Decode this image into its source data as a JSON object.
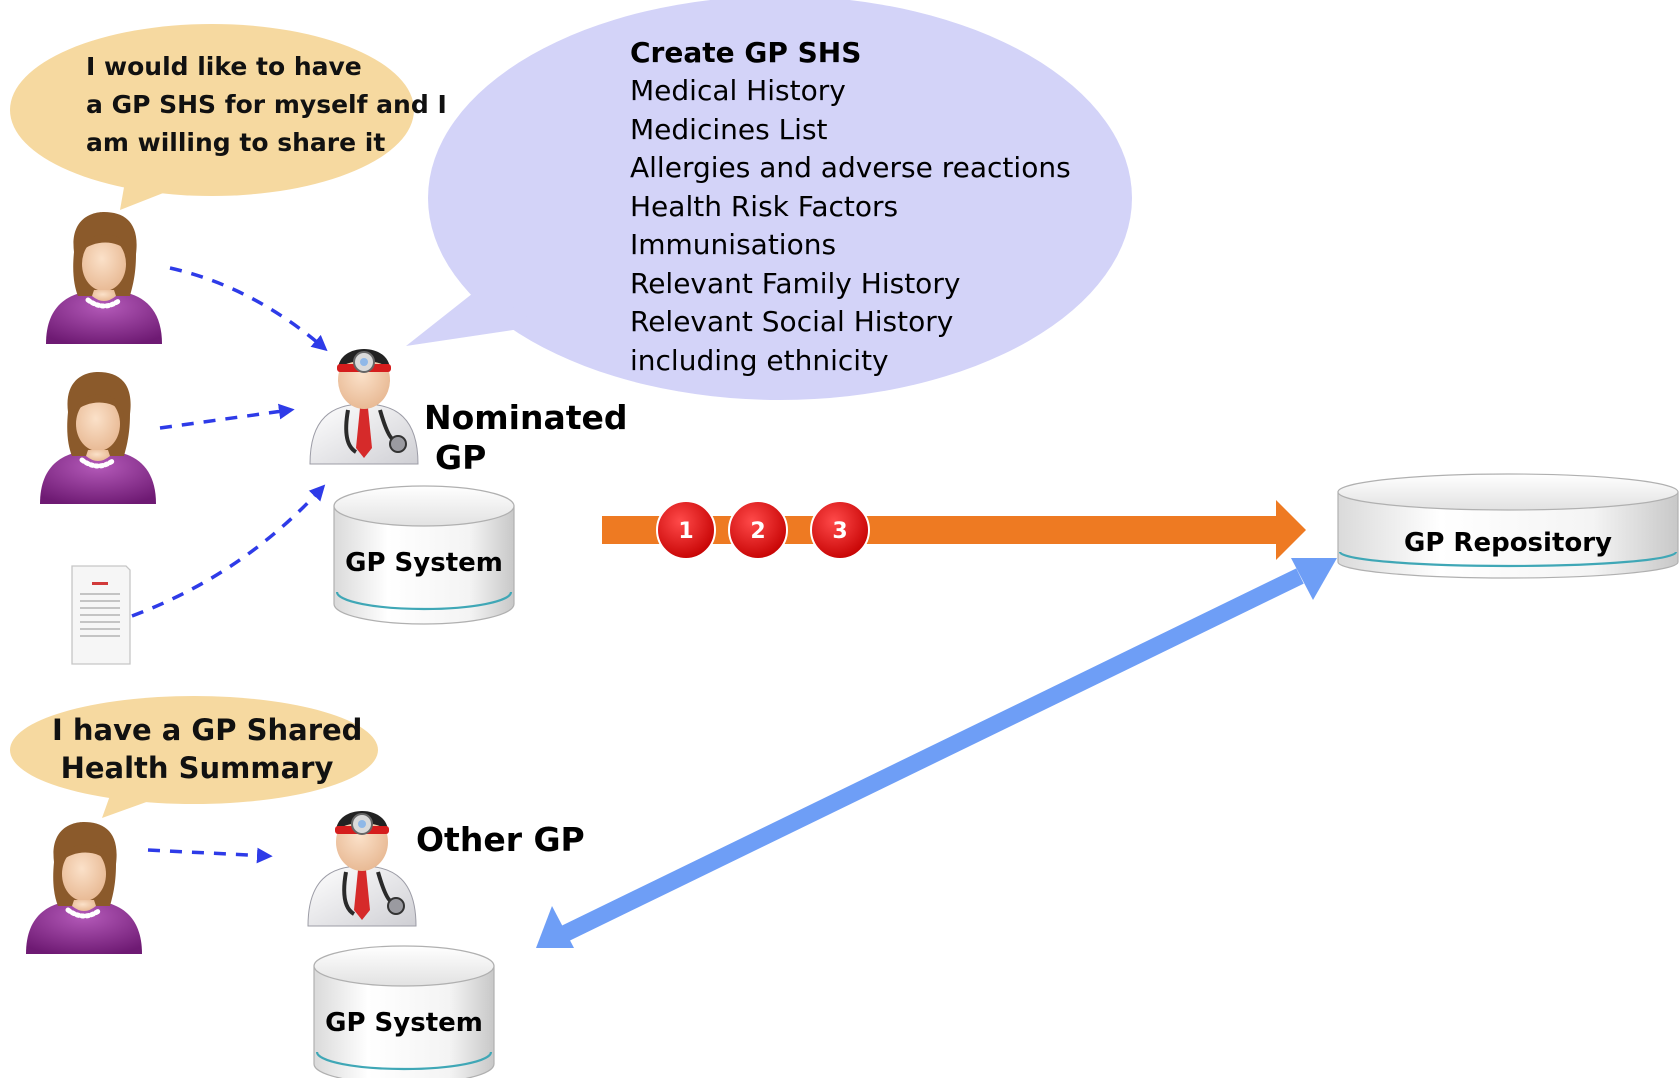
{
  "bubbles": {
    "patient_request": [
      "I would like to have",
      "a GP SHS for myself and I",
      "am willing to share it"
    ],
    "gp_task": {
      "title": "Create GP SHS",
      "items": [
        "Medical History",
        "Medicines List",
        "Allergies and adverse reactions",
        "Health Risk Factors",
        "Immunisations",
        "Relevant Family History",
        "Relevant Social History",
        "including ethnicity"
      ]
    },
    "patient_has": [
      "I have a GP Shared",
      "Health Summary"
    ]
  },
  "actors": {
    "nominated_gp": [
      "Nominated",
      "GP"
    ],
    "other_gp": "Other GP"
  },
  "systems": {
    "gp_system_top": "GP System",
    "gp_system_bottom": "GP System",
    "gp_repository": "GP Repository"
  },
  "steps": [
    "1",
    "2",
    "3"
  ],
  "colors": {
    "bubble_tan": "#F6D9A0",
    "bubble_lavender": "#D3D3F8",
    "flow_orange": "#EE7A22",
    "flow_blue": "#6E9EF6",
    "dashed_blue": "#2E3BE8",
    "step_red": "#E00000",
    "patient_purple": "#8E2A93"
  },
  "icons": [
    "patient-icon",
    "doctor-icon",
    "document-icon",
    "database-icon"
  ]
}
